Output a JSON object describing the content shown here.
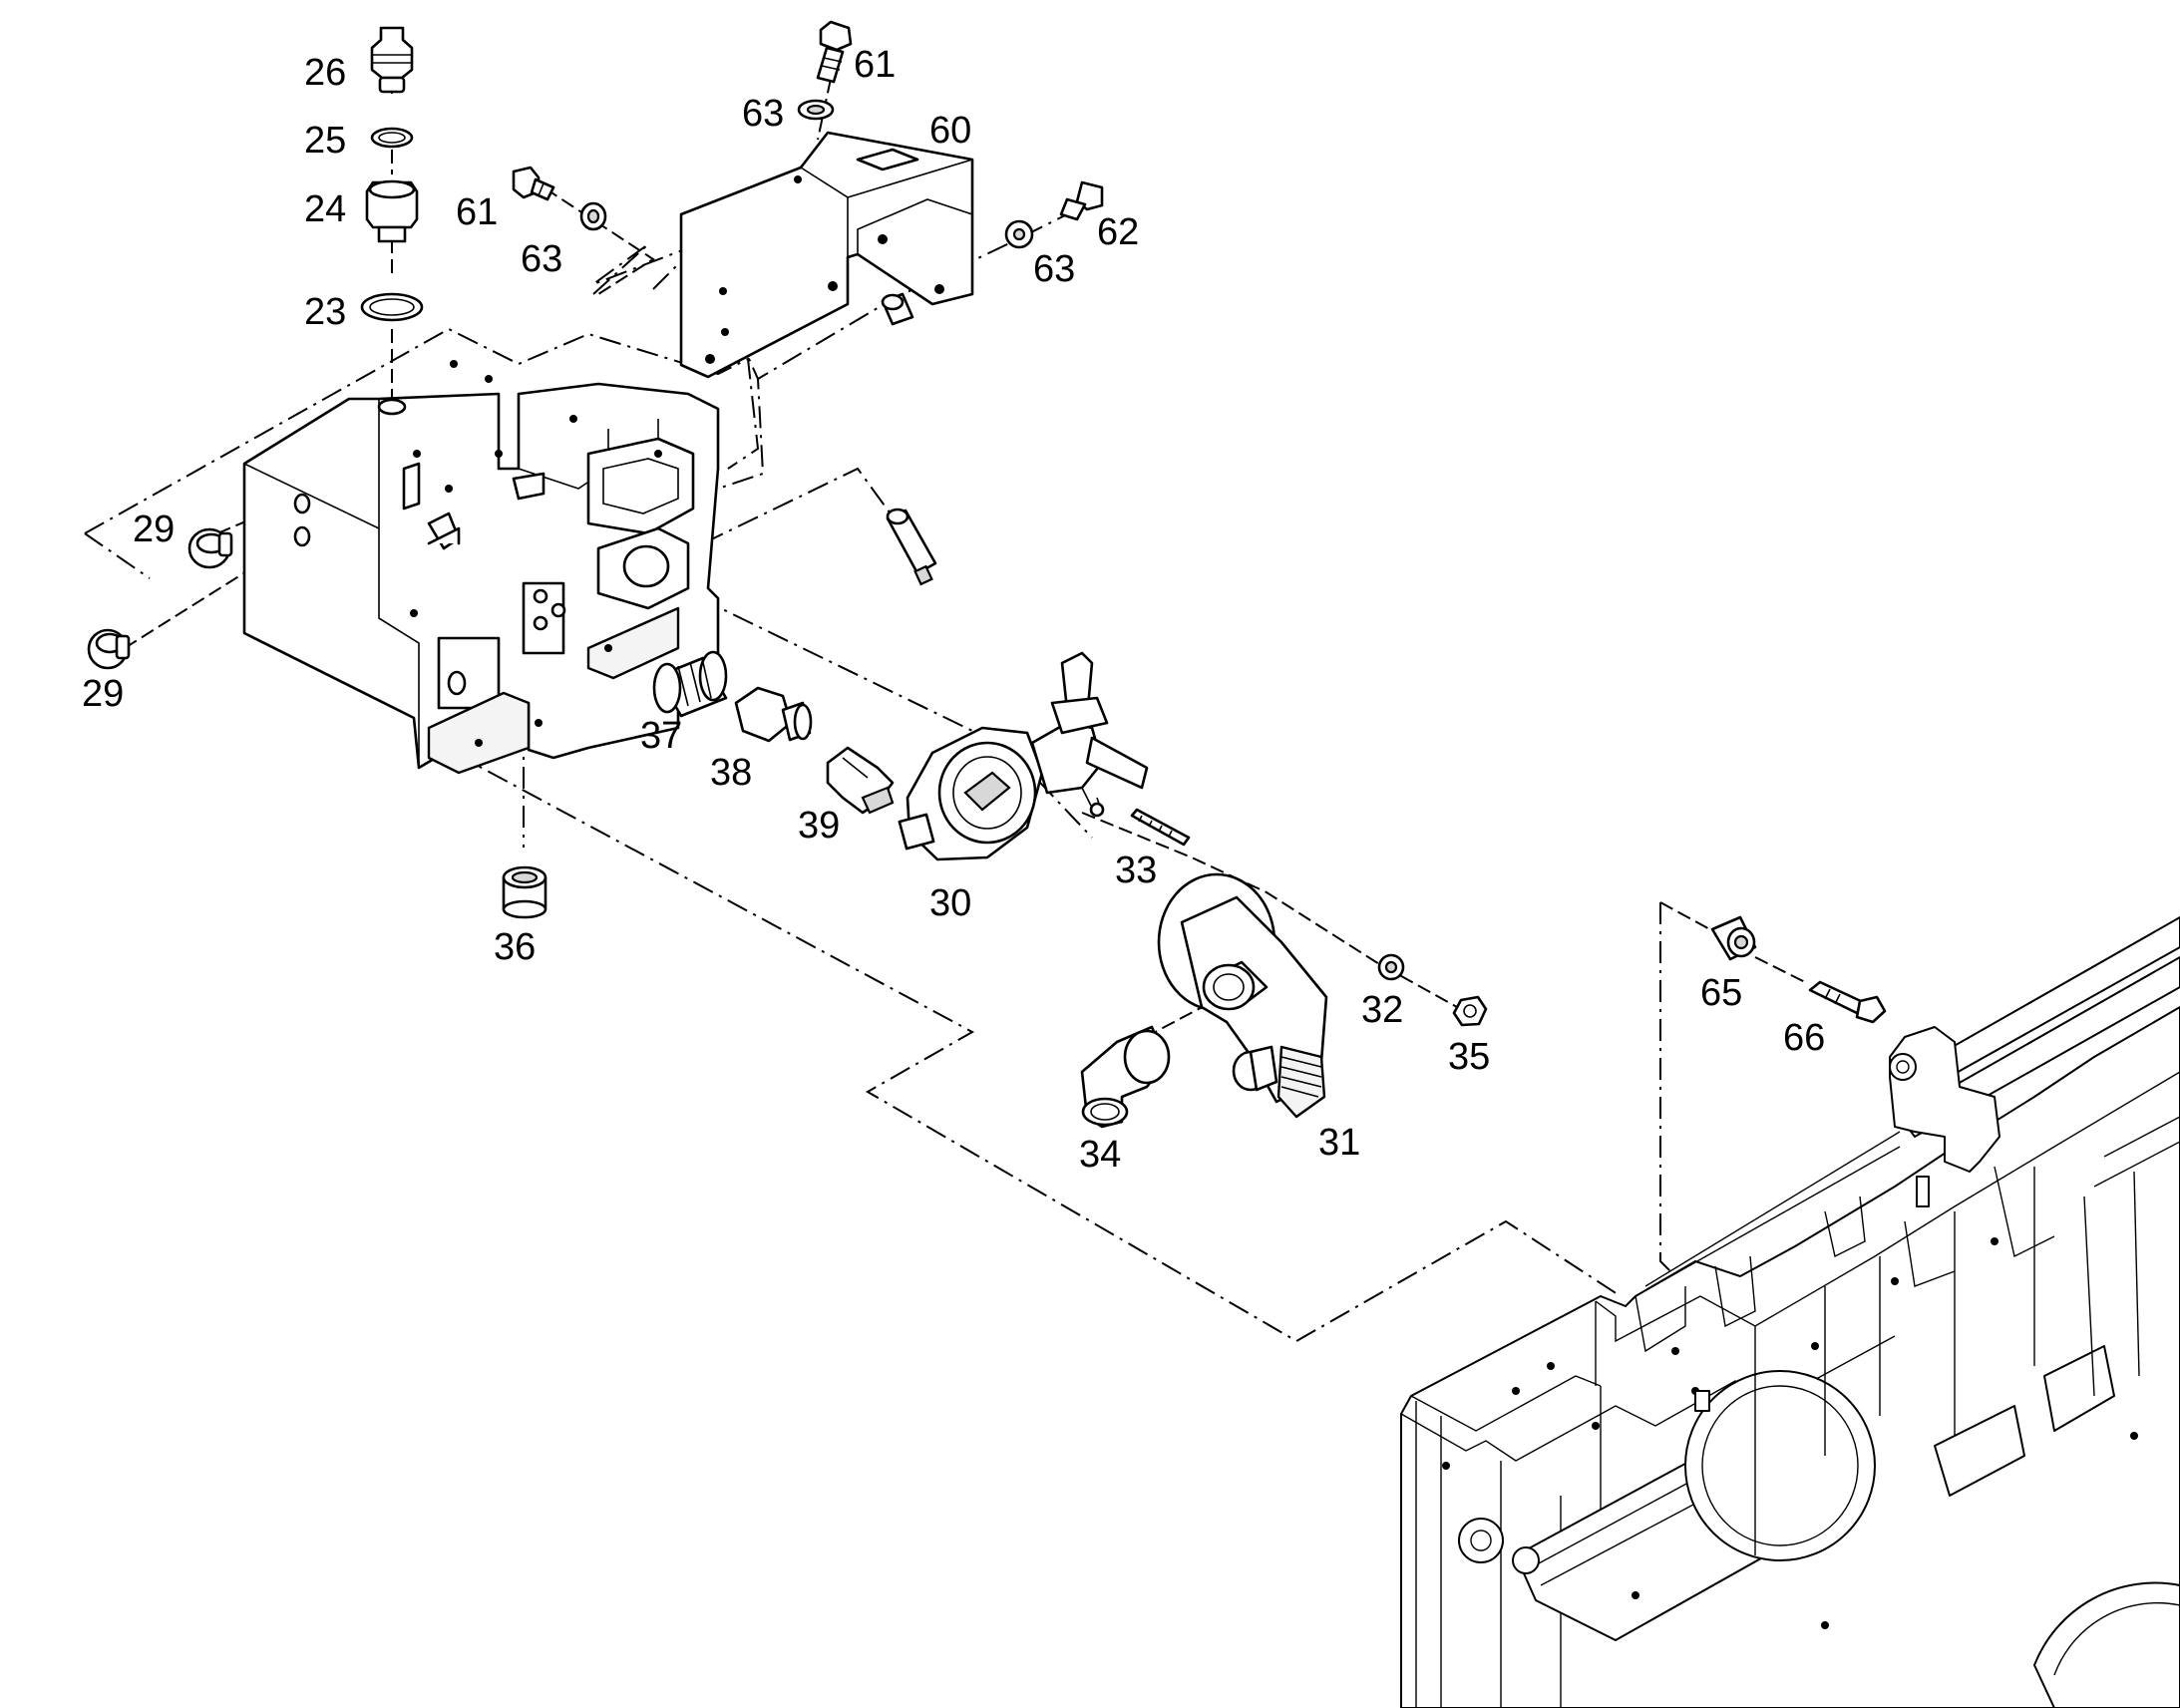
{
  "diagram": {
    "callouts": [
      {
        "id": "c26a",
        "text": "26"
      },
      {
        "id": "c25a",
        "text": "25"
      },
      {
        "id": "c24a",
        "text": "24"
      },
      {
        "id": "c23a",
        "text": "23"
      },
      {
        "id": "c61a",
        "text": "61"
      },
      {
        "id": "c63a",
        "text": "63"
      },
      {
        "id": "c61b",
        "text": "61"
      },
      {
        "id": "c63b",
        "text": "63"
      },
      {
        "id": "c60a",
        "text": "60"
      },
      {
        "id": "c62a",
        "text": "62"
      },
      {
        "id": "c63c",
        "text": "63"
      },
      {
        "id": "c29a",
        "text": "29"
      },
      {
        "id": "c29b",
        "text": "29"
      },
      {
        "id": "c37a",
        "text": "37"
      },
      {
        "id": "c38a",
        "text": "38"
      },
      {
        "id": "c39a",
        "text": "39"
      },
      {
        "id": "c30a",
        "text": "30"
      },
      {
        "id": "c33a",
        "text": "33"
      },
      {
        "id": "c36a",
        "text": "36"
      },
      {
        "id": "c32a",
        "text": "32"
      },
      {
        "id": "c35a",
        "text": "35"
      },
      {
        "id": "c34a",
        "text": "34"
      },
      {
        "id": "c31a",
        "text": "31"
      },
      {
        "id": "c65a",
        "text": "65"
      },
      {
        "id": "c66a",
        "text": "66"
      }
    ]
  }
}
